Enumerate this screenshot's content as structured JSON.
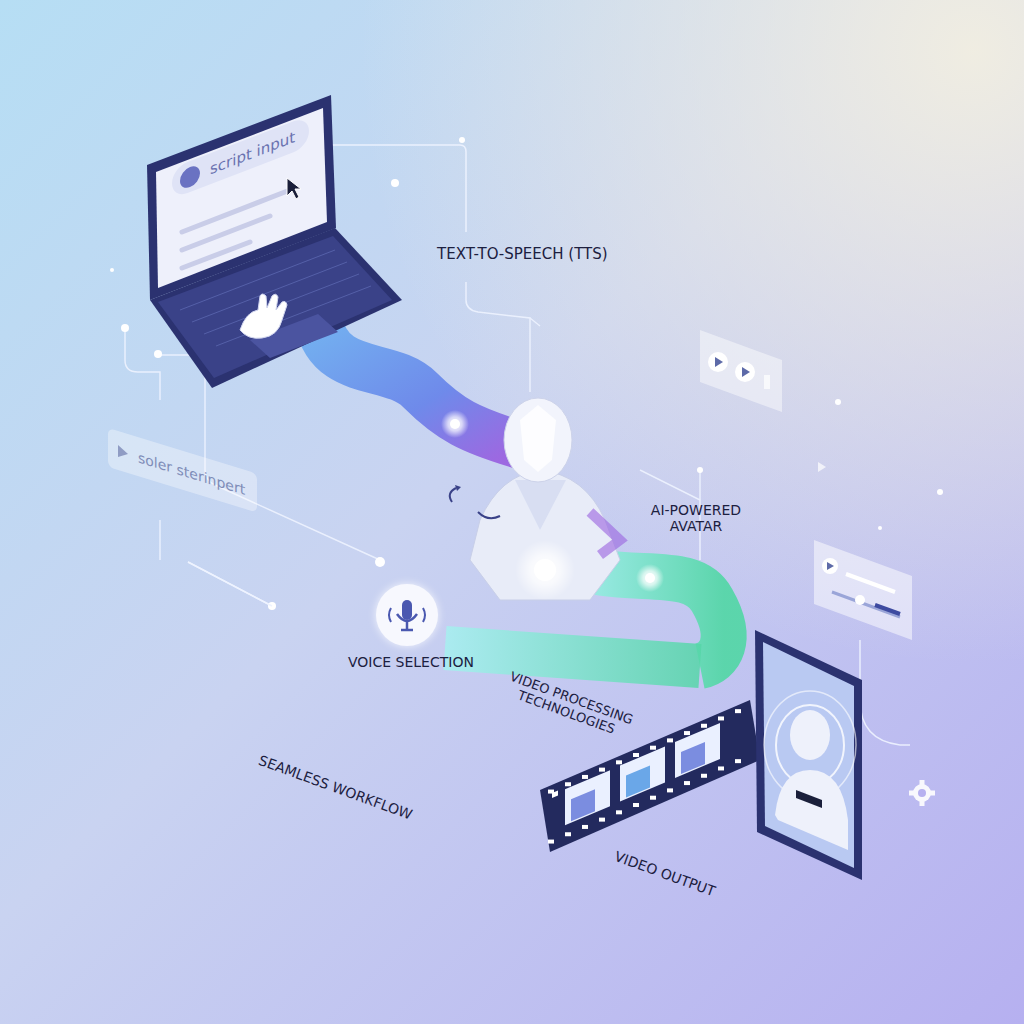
{
  "diagram": {
    "nodes": [
      {
        "text": [
          "script input"
        ]
      },
      {
        "text": [
          "soler sterinpert"
        ]
      },
      {
        "text": [
          "VOICE SELECTION"
        ]
      }
    ],
    "labels": [
      "TEXT-TO-SPEECH (TTS)",
      "AI-POWERED AVATAR",
      "VIDEO PROCESSING TECHNOLOGIES",
      "SEAMLESS WORKFLOW",
      "VIDEO OUTPUT"
    ]
  }
}
